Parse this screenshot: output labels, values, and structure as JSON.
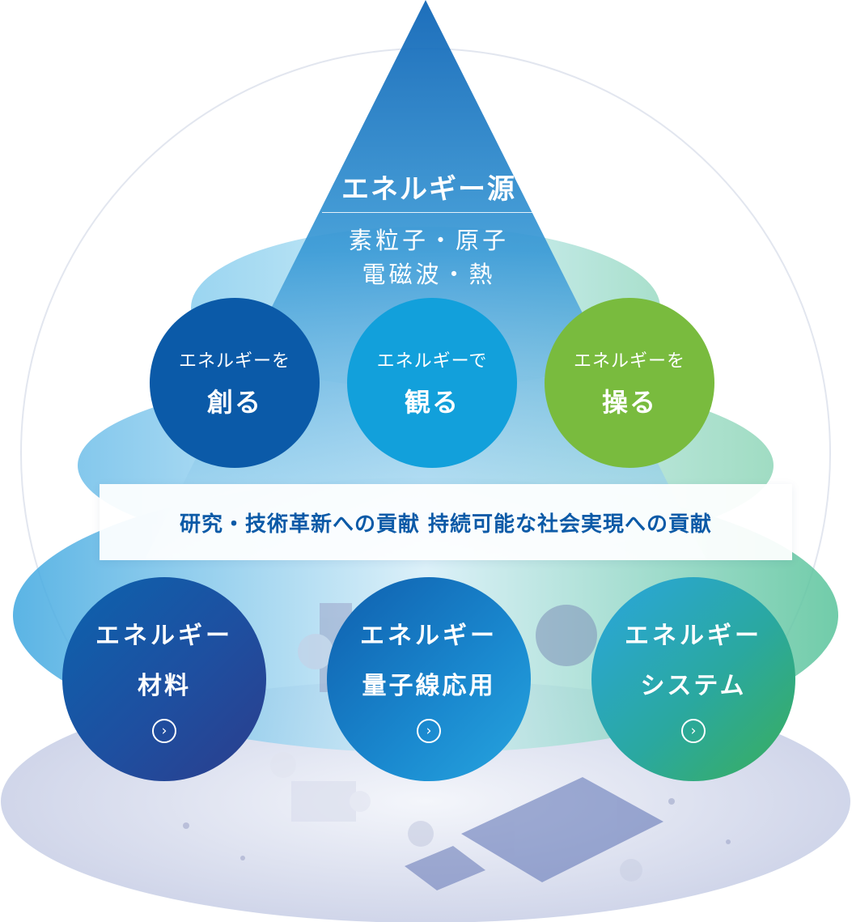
{
  "apex": {
    "title": "エネルギー源",
    "line1": "素粒子・原子",
    "line2": "電磁波・熱"
  },
  "middle": [
    {
      "line1": "エネルギーを",
      "line2": "創る",
      "color": "#0b5aa8"
    },
    {
      "line1": "エネルギーで",
      "line2": "観る",
      "color": "#12a0db"
    },
    {
      "line1": "エネルギーを",
      "line2": "操る",
      "color": "#79bb3e"
    }
  ],
  "banner": {
    "text": "研究・技術革新への貢献 持続可能な社会実現への貢献"
  },
  "bottom": [
    {
      "line1": "エネルギー",
      "line2": "材料",
      "arrow": "›"
    },
    {
      "line1": "エネルギー",
      "line2": "量子線応用",
      "arrow": "›"
    },
    {
      "line1": "エネルギー",
      "line2": "システム",
      "arrow": "›"
    }
  ],
  "colors": {
    "primary_blue": "#0c5aa7",
    "light_blue": "#12a0db",
    "green": "#79bb3e",
    "apex_blue": "#0a5db0"
  },
  "icons": [
    "chevron-right-icon"
  ]
}
